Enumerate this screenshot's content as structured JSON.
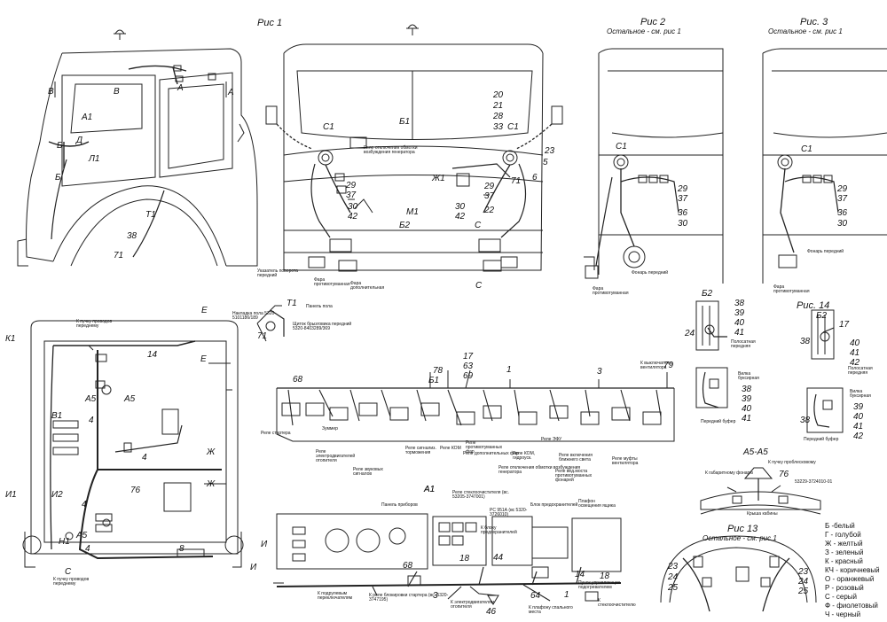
{
  "figures": {
    "fig1": "Рис 1",
    "fig2": "Рис 2",
    "fig2_note": "Остальное - см. рис 1",
    "fig3": "Рис. 3",
    "fig3_note": "Остальное - см. рис 1",
    "fig13": "Рис 13",
    "fig13_note": "Остальное - см. рис.1",
    "fig14": "Рис. 14"
  },
  "section_labels": {
    "T1": "T1",
    "B1": "Б1",
    "A1": "A1",
    "A5A5": "A5-A5"
  },
  "side_view": {
    "letters": [
      "В",
      "В",
      "А",
      "А",
      "А1",
      "Б",
      "Д",
      "Л1",
      "Б",
      "Т1",
      "38",
      "71"
    ]
  },
  "front_view": {
    "numbers": [
      "20",
      "21",
      "28",
      "33",
      "C1",
      "C1",
      "Б1",
      "23",
      "5",
      "6",
      "29",
      "37",
      "30",
      "42",
      "Ж1",
      "29",
      "37",
      "22",
      "30",
      "42",
      "71",
      "M1",
      "Б2",
      "C",
      "C"
    ],
    "captions": {
      "relay_excitation": "Реле отключения обмотки возбуждения генератора",
      "turn_signal": "Указатель поворота передний",
      "fog_lamp": "Фара противотуманная",
      "extra_headlamp": "Фара дополнительная"
    }
  },
  "fig2_view": {
    "numbers": [
      "C1",
      "29",
      "37",
      "36",
      "30"
    ],
    "captions": {
      "front_lamp": "Фонарь передний",
      "fog_lamp": "Фара противотуманная"
    }
  },
  "fig3_view": {
    "numbers": [
      "C1",
      "29",
      "37",
      "36",
      "30"
    ],
    "captions": {
      "front_lamp": "Фонарь передний",
      "fog_lamp": "Фара противотуманная"
    }
  },
  "b2_detail": {
    "label": "Б2",
    "numbers": [
      "38",
      "39",
      "40",
      "41",
      "24",
      "38",
      "39",
      "40",
      "41"
    ],
    "captions": {
      "position_lamp": "Полосатная передняя",
      "tow_socket": "Вилка буксирная",
      "front_bumper": "Передний буфер"
    }
  },
  "fig14_detail": {
    "label": "Б2",
    "numbers": [
      "38",
      "17",
      "40",
      "41",
      "42",
      "38",
      "39",
      "40",
      "41",
      "42"
    ],
    "captions": {
      "position_lamp": "Полосатная передняя",
      "tow_socket": "Вилка буксирная",
      "front_bumper": "Передний буфер"
    }
  },
  "t1_detail": {
    "title": "T1",
    "floor_panel": "Панель пола",
    "pad": "Накладка пола 5320-5101186/189",
    "shield": "Щиток брызговика передний 5320-8403289/369",
    "num": "71"
  },
  "cab_rear": {
    "letters": [
      "К1",
      "Е",
      "Е",
      "А5",
      "А5",
      "В1",
      "И1",
      "И2",
      "Ж",
      "Ж",
      "Н1",
      "А5",
      "С",
      "И",
      "И"
    ],
    "numbers": [
      "14",
      "4",
      "76",
      "4",
      "4",
      "8",
      "4"
    ],
    "captions": {
      "top_bundle": "К пучку проводов переднему",
      "bottom_bundle": "К пучку проводов переднему"
    }
  },
  "b1_panel": {
    "numbers": [
      "68",
      "17",
      "63",
      "69",
      "78",
      "1",
      "3",
      "79"
    ],
    "captions": [
      "Реле стартера",
      "Зуммер",
      "Реле электродвигателей отопителя",
      "Реле звуковых сигналов",
      "Реле сигнализ. торможения",
      "Реле КОМ",
      "Реле противотуманных фар",
      "Реле дополнительных фар",
      "Реле КОМ, гидроуск.",
      "Реле отключения обмотки возбуждения генератора",
      "Реле ЭФУ",
      "Реле включения ближнего света",
      "Реле вед.моста противотуманных фонарей",
      "Реле муфты вентилятора",
      "К выключателю вентилятора"
    ]
  },
  "a1_panel": {
    "title": "A1",
    "numbers": [
      "68",
      "44",
      "18",
      "18",
      "14",
      "3",
      "64",
      "46",
      "1"
    ],
    "captions": [
      "Панель приборов",
      "Реле стеклоочистителя (вс. 53205-3747001)",
      "PC 951А (вс 5320-3726010)",
      "Блок предохранителей",
      "Плафон освещения ящика",
      "К блоку предохранителей",
      "К подрулевым переключателям",
      "К реле блокировки стартера (вс. 5320-3747195)",
      "К электродвигателям отопителя",
      "Пучок управляющих подогревателем",
      "К плафону спального места",
      "К стеклоочистителю"
    ]
  },
  "a5_detail": {
    "captions": {
      "gabarit": "К габаритному фонарю",
      "roof_bundle": "К пучку проблесковому",
      "part_no": "53229-3724010-01",
      "roof": "Крыша кабины"
    },
    "num": "76"
  },
  "fig13_view": {
    "numbers": [
      "23",
      "24",
      "25",
      "23",
      "24",
      "25"
    ]
  },
  "color_legend": [
    "Б -белый",
    "Г - голубой",
    "Ж - желтый",
    "З - зеленый",
    "К - красный",
    "КЧ - коричневый",
    "О - оранжевый",
    "Р - розовый",
    "С - серый",
    "Ф - фиолетовый",
    "Ч - черный"
  ]
}
